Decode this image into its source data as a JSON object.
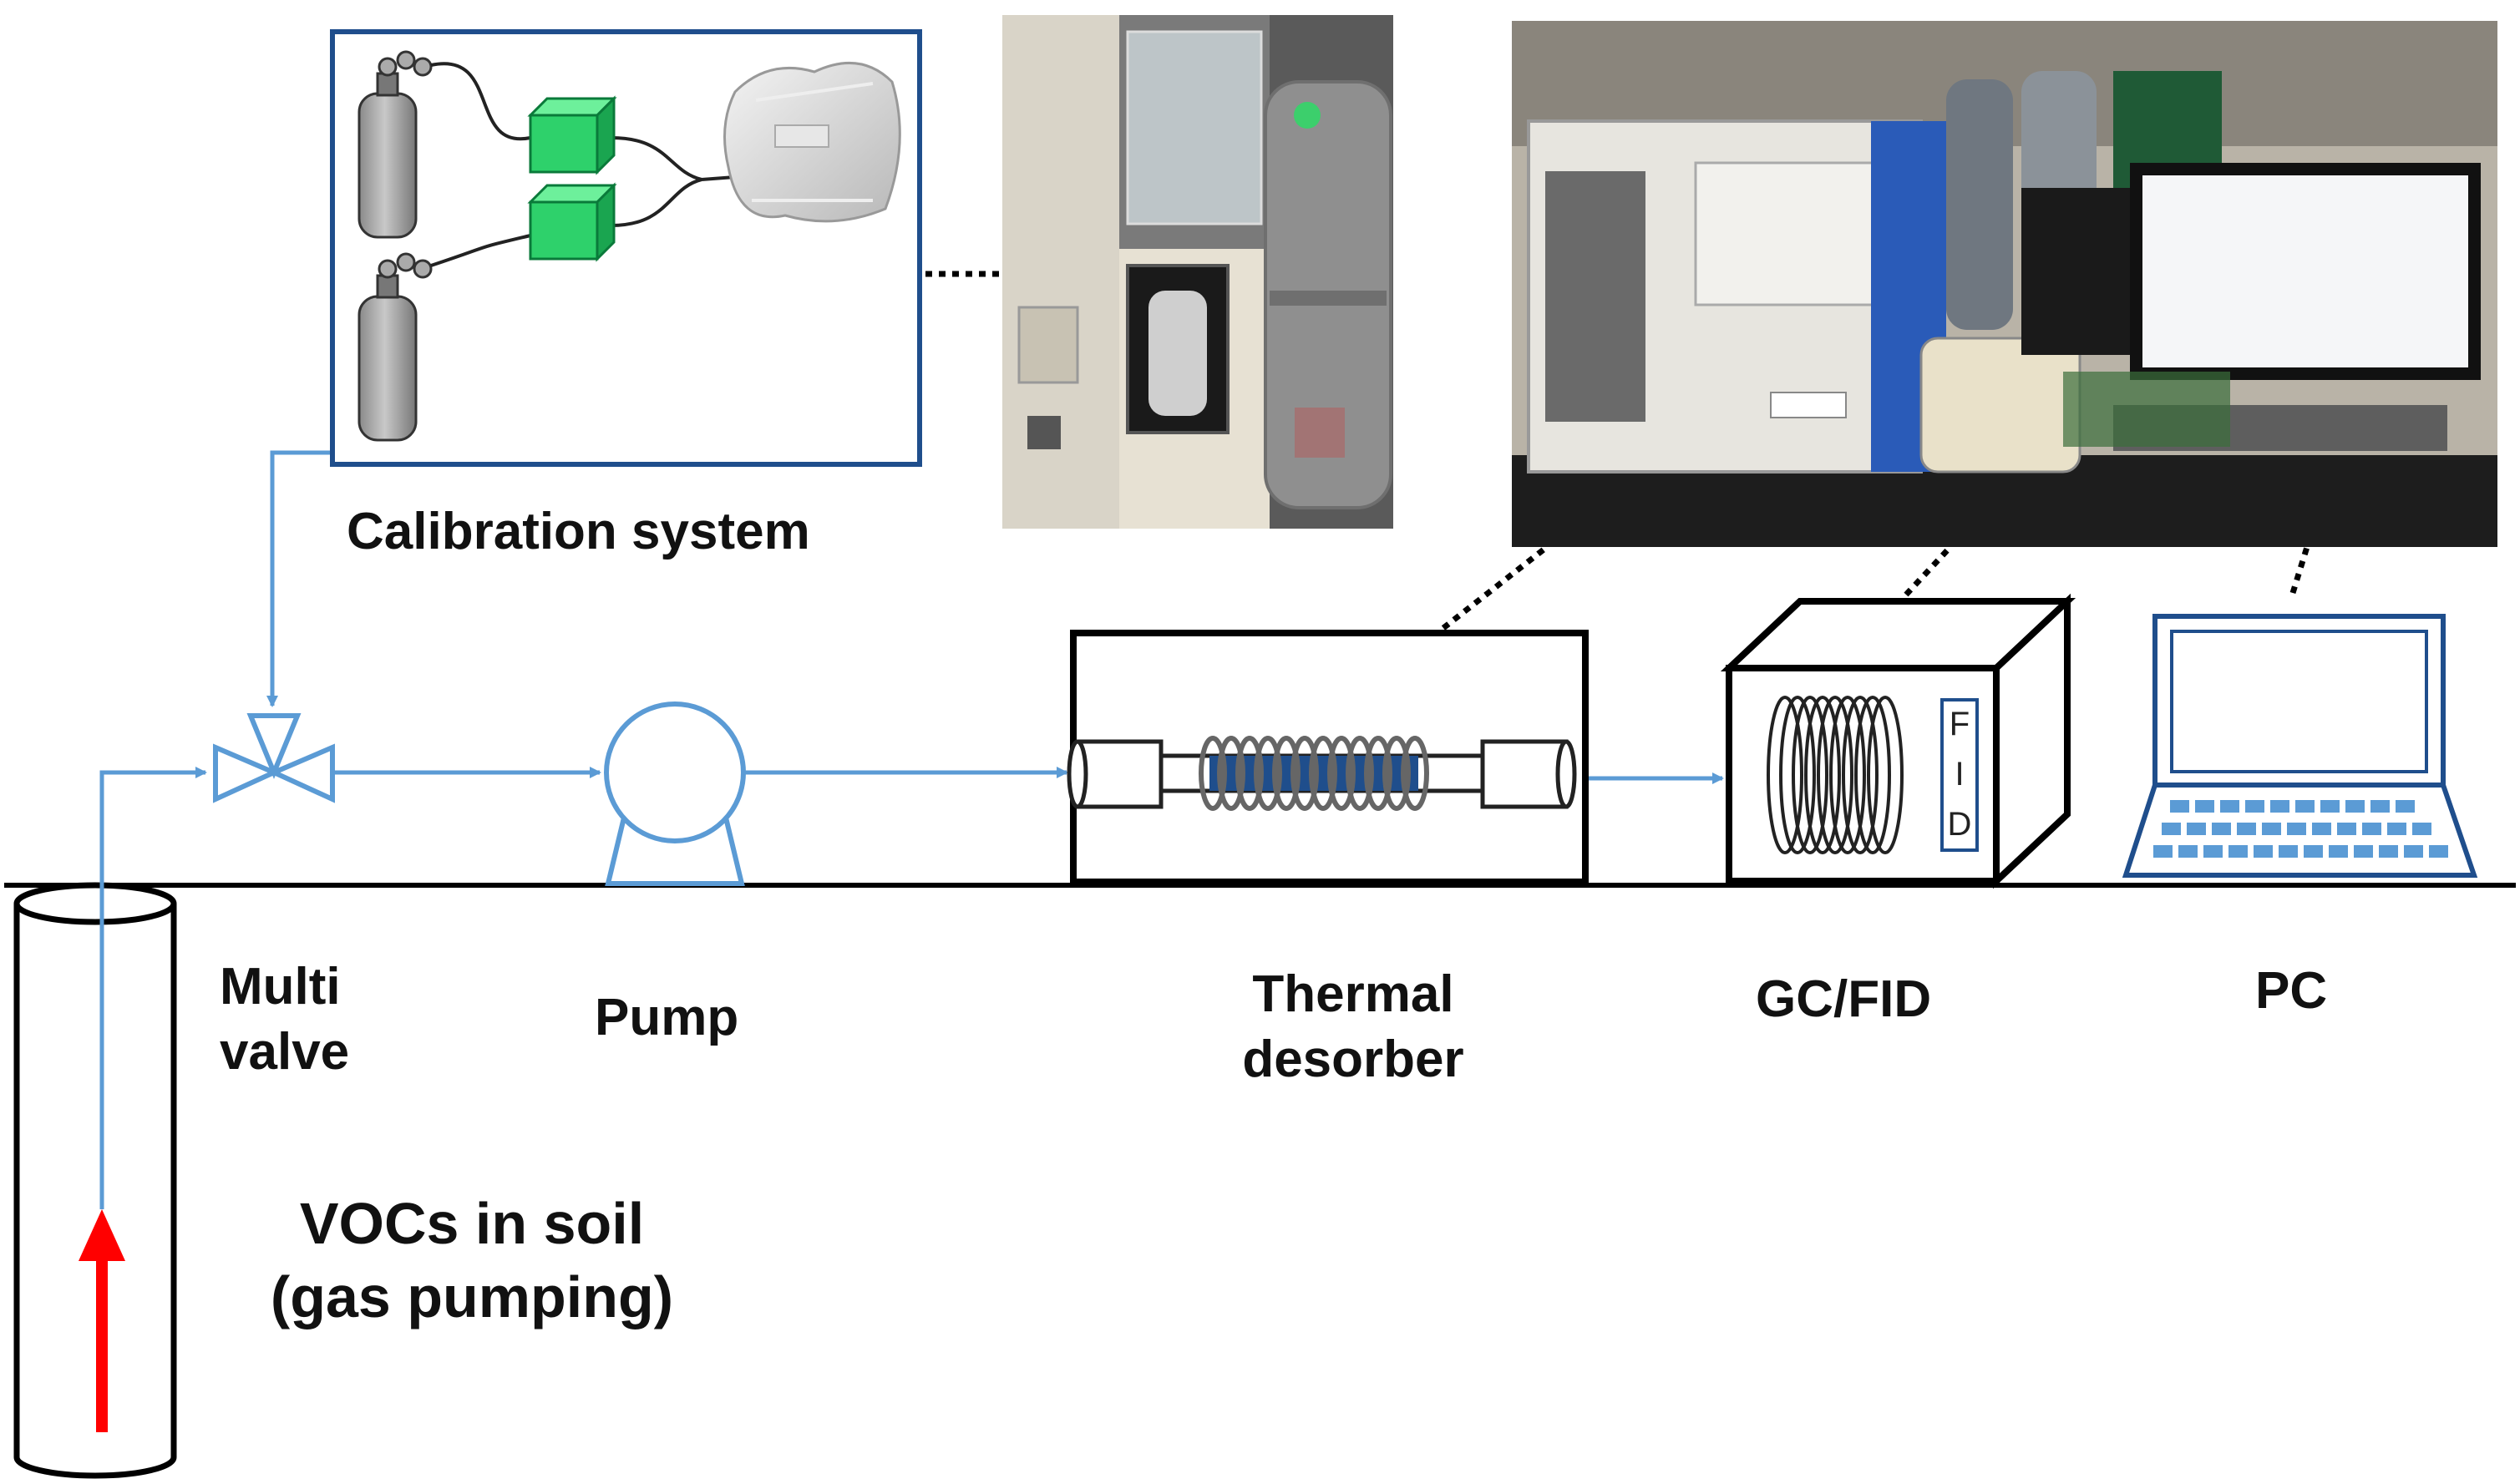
{
  "labels": {
    "calibration": "Calibration system",
    "multivalve": "Multi\nvalve",
    "pump": "Pump",
    "thermal": "Thermal\ndesorber",
    "gcfid": "GC/FID",
    "pc": "PC",
    "vocs": "VOCs in soil\n(gas pumping)",
    "fid_letters": [
      "F",
      "I",
      "D"
    ]
  },
  "colors": {
    "flow_line": "#5b9bd5",
    "outline": "#1f4e8c",
    "mfc_green": "#2ed16b",
    "arrow_red": "#ff0000",
    "text": "#111111"
  },
  "photos": {
    "cabinet": "photo-gas-cabinet",
    "instrument": "photo-gc-instrument"
  }
}
